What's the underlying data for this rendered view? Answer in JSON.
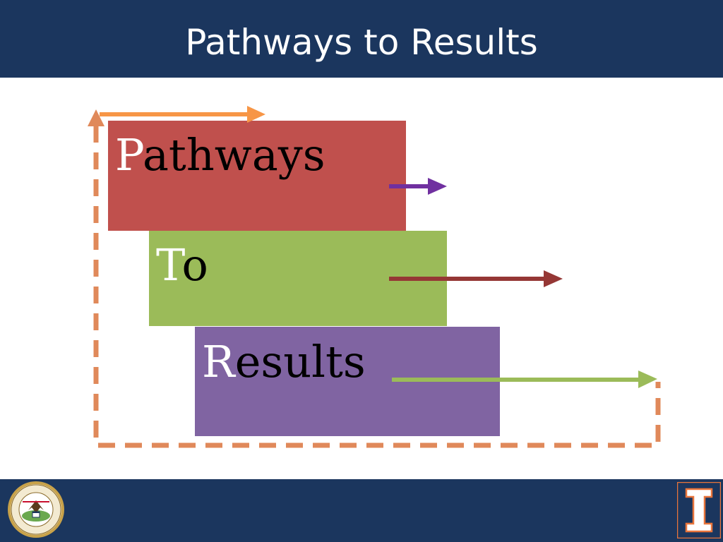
{
  "slide": {
    "title": "Pathways to Results"
  },
  "diagram": {
    "words": [
      {
        "first_letter": "P",
        "rest": "athways",
        "color": "#c0504d"
      },
      {
        "first_letter": "T",
        "rest": "o",
        "color": "#9bbb59"
      },
      {
        "first_letter": "R",
        "rest": "esults",
        "color": "#8064a2"
      }
    ],
    "arrow_colors": {
      "top": "#f79646",
      "pathways": "#7030a0",
      "to": "#953735",
      "results": "#9bbb59",
      "dashed_frame": "#e0895a"
    }
  },
  "footer": {
    "left_logo": "state-seal-logo",
    "right_logo": "university-block-i-logo"
  }
}
